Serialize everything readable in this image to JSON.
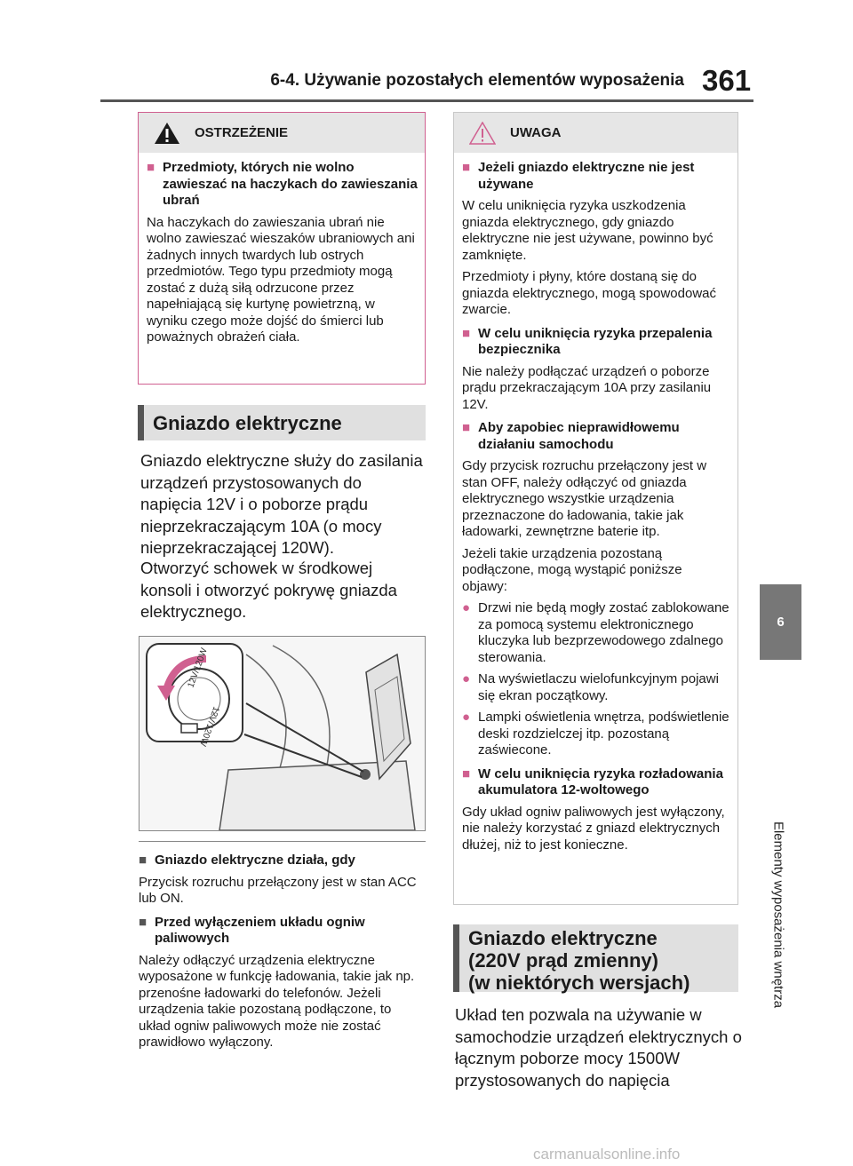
{
  "header": {
    "title": "6-4. Używanie pozostałych elementów wyposażenia",
    "page_number": "361"
  },
  "side_tab": {
    "number": "6",
    "label": "Elementy wyposażenia wnętrza"
  },
  "warning": {
    "title": "OSTRZEŻENIE",
    "subheading": "Przedmioty, których nie wolno zawieszać na haczykach do zawieszania ubrań",
    "text": "Na haczykach do zawieszania ubrań nie wolno zawieszać wieszaków ubraniowych ani żadnych innych twardych lub ostrych przedmiotów. Tego typu przedmioty mogą zostać z dużą siłą odrzucone przez napełniającą się kurtynę powietrzną, w wyniku czego może dojść do śmierci lub poważnych obrażeń ciała."
  },
  "section1": {
    "title": "Gniazdo elektryczne",
    "p1": "Gniazdo elektryczne służy do zasilania urządzeń przystosowanych do napięcia 12V i o poborze prądu nieprzekraczającym 10A (o mocy nieprzekraczającej 120W).",
    "p2": "Otworzyć schowek w środkowej konsoli i otworzyć pokrywę gniazda elektrycznego."
  },
  "figure": {
    "cap_text_1": "12V/120W",
    "cap_text_2": "12V/120W"
  },
  "notes": {
    "h1": "Gniazdo elektryczne działa, gdy",
    "t1": "Przycisk rozruchu przełączony jest w stan ACC lub ON.",
    "h2": "Przed wyłączeniem układu ogniw paliwowych",
    "t2": "Należy odłączyć urządzenia elektryczne wyposażone w funkcję ładowania, takie jak np. przenośne ładowarki do telefonów. Jeżeli urządzenia takie pozostaną podłączone, to układ ogniw paliwowych może nie zostać prawidłowo wyłączony."
  },
  "caution": {
    "title": "UWAGA",
    "h1": "Jeżeli gniazdo elektryczne nie jest używane",
    "t1a": "W celu uniknięcia ryzyka uszkodzenia gniazda elektrycznego, gdy gniazdo elektryczne nie jest używane, powinno być zamknięte.",
    "t1b": "Przedmioty i płyny, które dostaną się do gniazda elektrycznego, mogą spowodować zwarcie.",
    "h2": "W celu uniknięcia ryzyka przepalenia bezpiecznika",
    "t2": "Nie należy podłączać urządzeń o poborze prądu przekraczającym 10A przy zasilaniu 12V.",
    "h3": "Aby zapobiec nieprawidłowemu działaniu samochodu",
    "t3a": "Gdy przycisk rozruchu przełączony jest w stan OFF, należy odłączyć od gniazda elektrycznego wszystkie urządzenia przeznaczone do ładowania, takie jak ładowarki, zewnętrzne baterie itp.",
    "t3b": "Jeżeli takie urządzenia pozostaną podłączone, mogą wystąpić poniższe objawy:",
    "bullets": [
      "Drzwi nie będą mogły zostać zablokowane za pomocą systemu elektronicznego kluczyka lub bezprzewodowego zdalnego sterowania.",
      "Na wyświetlaczu wielofunkcyjnym pojawi się ekran początkowy.",
      "Lampki oświetlenia wnętrza, podświetlenie deski rozdzielczej itp. pozostaną zaświecone."
    ],
    "h4": "W celu uniknięcia ryzyka rozładowania akumulatora 12-woltowego",
    "t4": "Gdy układ ogniw paliwowych jest wyłączony, nie należy korzystać z gniazd elektrycznych dłużej, niż to jest konieczne."
  },
  "section2": {
    "title_l1": "Gniazdo elektryczne",
    "title_l2": "(220V prąd zmienny)",
    "title_l3": "(w niektórych wersjach)",
    "p1": "Układ ten pozwala na używanie w samochodzie urządzeń elektrycznych o łącznym poborze mocy 1500W przystosowanych do napięcia"
  },
  "footer": {
    "watermark": "carmanualsonline.info"
  },
  "colors": {
    "accent": "#d06090",
    "rule": "#555555",
    "head_bg": "#e6e6e6"
  }
}
